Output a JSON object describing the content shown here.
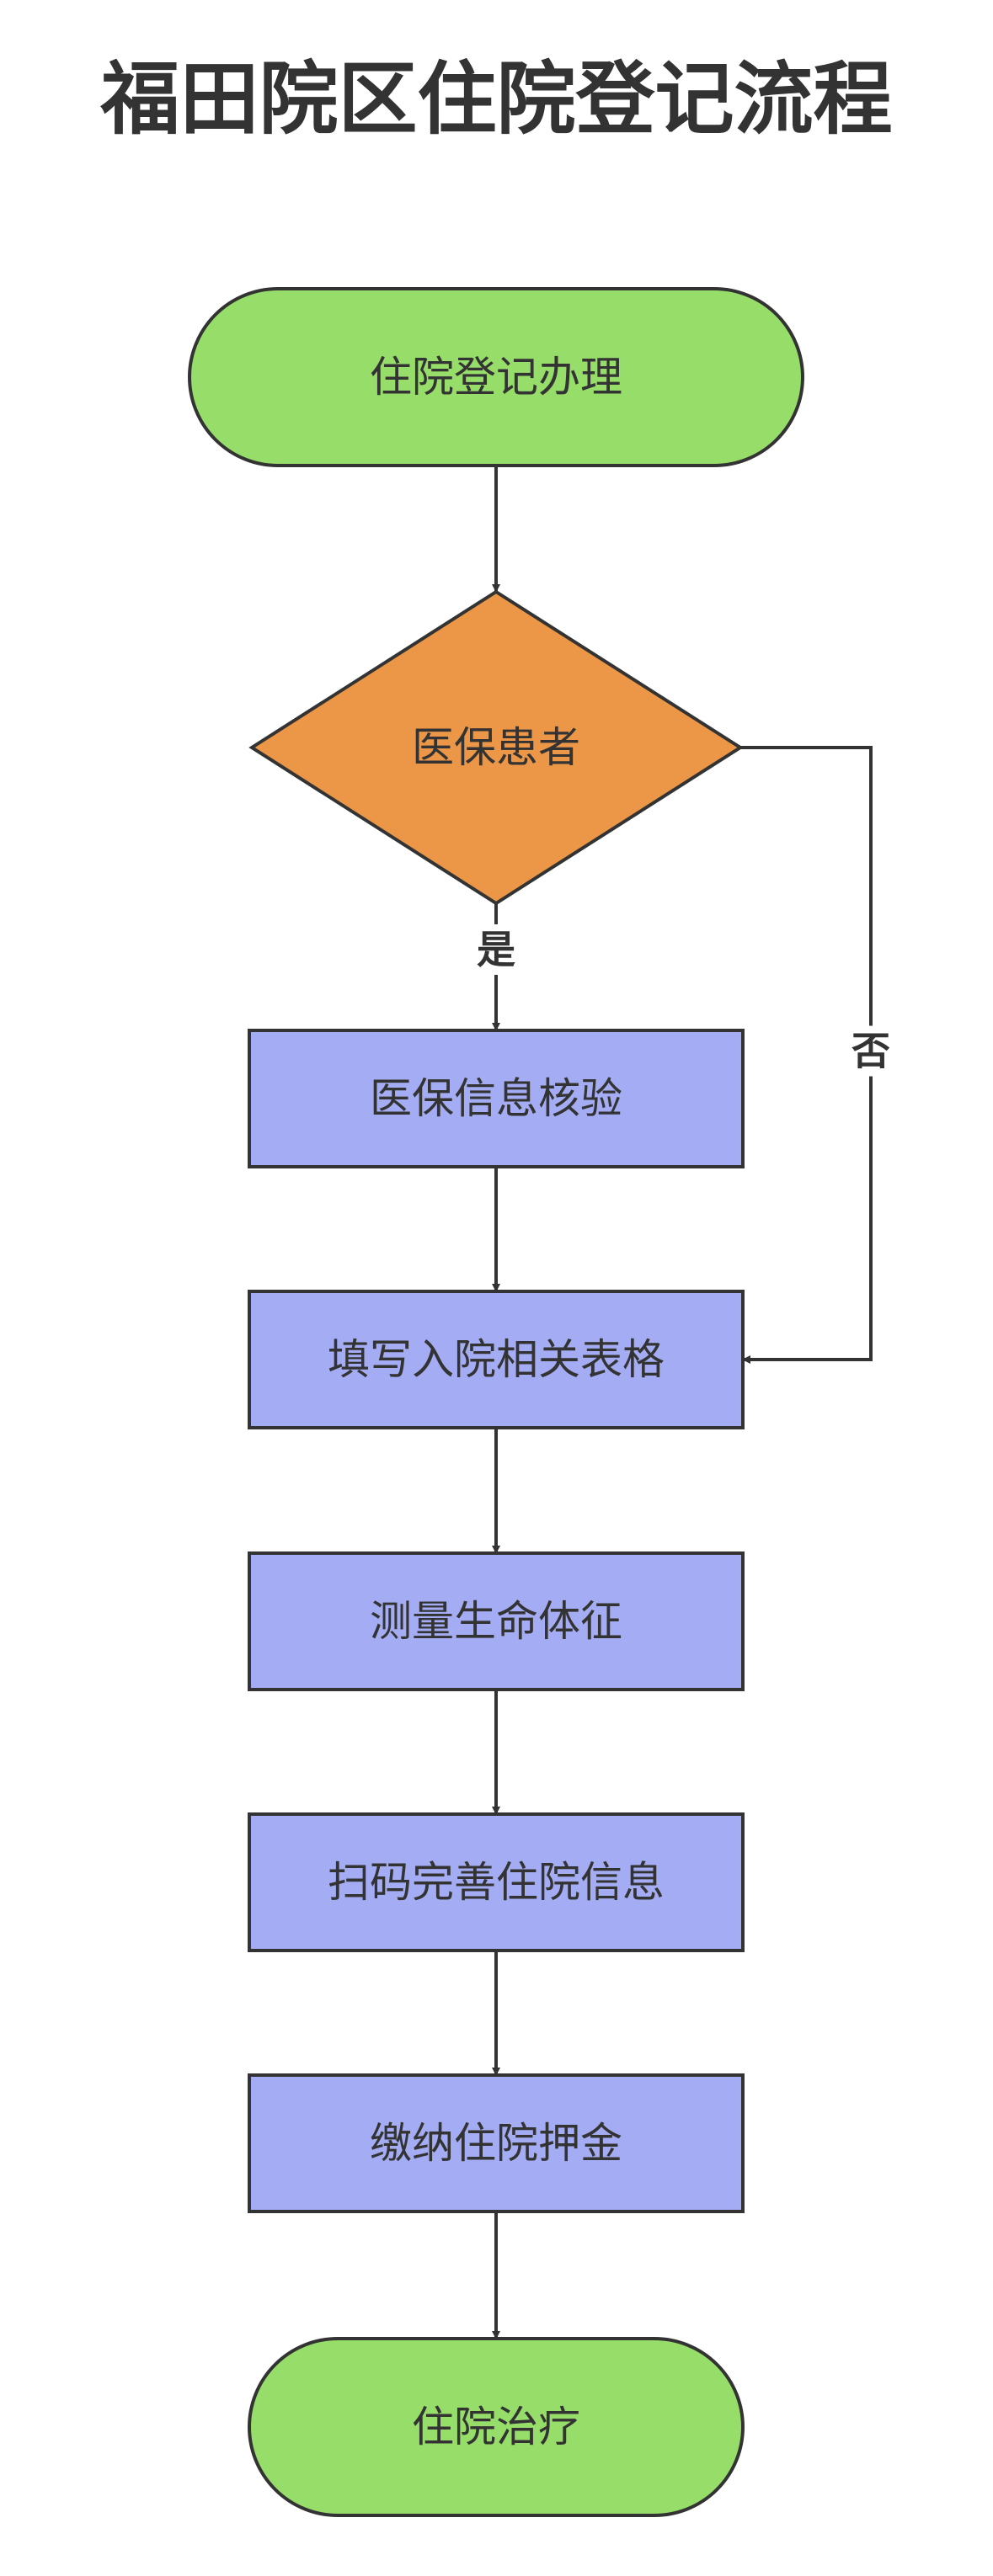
{
  "title": "福田院区住院登记流程",
  "colors": {
    "terminal_fill": "#96dd6a",
    "decision_fill": "#ec9747",
    "process_fill": "#a4adf3",
    "stroke": "#333333",
    "text": "#333333"
  },
  "nodes": [
    {
      "id": "start",
      "shape": "terminal",
      "label": "住院登记办理"
    },
    {
      "id": "insured",
      "shape": "decision",
      "label": "医保患者"
    },
    {
      "id": "verify",
      "shape": "process",
      "label": "医保信息核验"
    },
    {
      "id": "forms",
      "shape": "process",
      "label": "填写入院相关表格"
    },
    {
      "id": "vitals",
      "shape": "process",
      "label": "测量生命体征"
    },
    {
      "id": "scan",
      "shape": "process",
      "label": "扫码完善住院信息"
    },
    {
      "id": "deposit",
      "shape": "process",
      "label": "缴纳住院押金"
    },
    {
      "id": "treatment",
      "shape": "terminal",
      "label": "住院治疗"
    }
  ],
  "edges": [
    {
      "from": "start",
      "to": "insured",
      "label": ""
    },
    {
      "from": "insured",
      "to": "verify",
      "label": "是"
    },
    {
      "from": "insured",
      "to": "forms",
      "label": "否"
    },
    {
      "from": "verify",
      "to": "forms",
      "label": ""
    },
    {
      "from": "forms",
      "to": "vitals",
      "label": ""
    },
    {
      "from": "vitals",
      "to": "scan",
      "label": ""
    },
    {
      "from": "scan",
      "to": "deposit",
      "label": ""
    },
    {
      "from": "deposit",
      "to": "treatment",
      "label": ""
    }
  ]
}
